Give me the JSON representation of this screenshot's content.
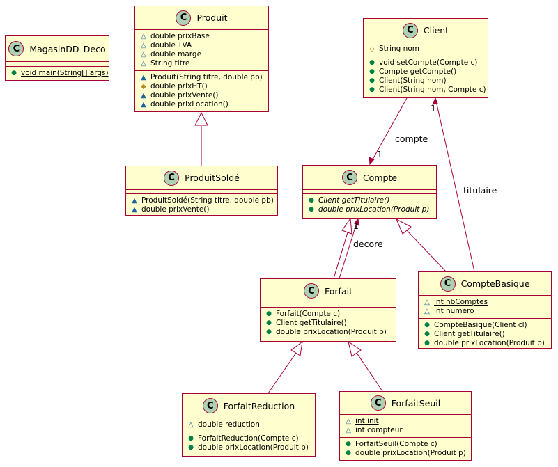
{
  "classes": {
    "magasin": {
      "name": "MagasinDD_Deco",
      "fields": [],
      "methods": [
        {
          "vis": "public",
          "text": "void main(String[] args)",
          "static": true
        }
      ]
    },
    "produit": {
      "name": "Produit",
      "fields": [
        {
          "vis": "package",
          "text": "double prixBase"
        },
        {
          "vis": "package",
          "text": "double TVA"
        },
        {
          "vis": "package",
          "text": "double marge"
        },
        {
          "vis": "package",
          "text": "String titre"
        }
      ],
      "methods": [
        {
          "vis": "package-filled",
          "text": "Produit(String titre, double pb)"
        },
        {
          "vis": "protected",
          "text": "double prixHT()"
        },
        {
          "vis": "package-filled",
          "text": "double prixVente()"
        },
        {
          "vis": "package-filled",
          "text": "double prixLocation()"
        }
      ]
    },
    "client": {
      "name": "Client",
      "fields": [
        {
          "vis": "protected-open",
          "text": "String nom"
        }
      ],
      "methods": [
        {
          "vis": "public",
          "text": "void setCompte(Compte c)"
        },
        {
          "vis": "public",
          "text": "Compte getCompte()"
        },
        {
          "vis": "public",
          "text": "Client(String nom)"
        },
        {
          "vis": "public",
          "text": "Client(String nom, Compte c)"
        }
      ]
    },
    "produitsolde": {
      "name": "ProduitSoldé",
      "fields": [],
      "methods": [
        {
          "vis": "package-filled",
          "text": "ProduitSoldé(String titre, double pb)"
        },
        {
          "vis": "package-filled",
          "text": "double prixVente()"
        }
      ]
    },
    "compte": {
      "name": "Compte",
      "fields": [],
      "methods": [
        {
          "vis": "public",
          "text": "Client getTitulaire()",
          "abstract": true
        },
        {
          "vis": "public",
          "text": "double prixLocation(Produit p)",
          "abstract": true
        }
      ]
    },
    "forfait": {
      "name": "Forfait",
      "fields": [],
      "methods": [
        {
          "vis": "public",
          "text": "Forfait(Compte c)"
        },
        {
          "vis": "public",
          "text": "Client getTitulaire()"
        },
        {
          "vis": "public",
          "text": "double prixLocation(Produit p)"
        }
      ]
    },
    "comptebasique": {
      "name": "CompteBasique",
      "fields": [
        {
          "vis": "package",
          "text": "int nbComptes",
          "static": true
        },
        {
          "vis": "package",
          "text": "int numero"
        }
      ],
      "methods": [
        {
          "vis": "public",
          "text": "CompteBasique(Client cl)"
        },
        {
          "vis": "public",
          "text": "Client getTitulaire()"
        },
        {
          "vis": "public",
          "text": "double prixLocation(Produit p)"
        }
      ]
    },
    "forfaitreduction": {
      "name": "ForfaitReduction",
      "fields": [
        {
          "vis": "package",
          "text": "double reduction"
        }
      ],
      "methods": [
        {
          "vis": "public",
          "text": "ForfaitReduction(Compte c)"
        },
        {
          "vis": "public",
          "text": "double prixLocation(Produit p)"
        }
      ]
    },
    "forfaitseuil": {
      "name": "ForfaitSeuil",
      "fields": [
        {
          "vis": "package",
          "text": "int init",
          "static": true
        },
        {
          "vis": "package",
          "text": "int compteur"
        }
      ],
      "methods": [
        {
          "vis": "public",
          "text": "ForfaitSeuil(Compte c)"
        },
        {
          "vis": "public",
          "text": "double prixLocation(Produit p)"
        }
      ]
    }
  },
  "relations": {
    "compte_label": "compte",
    "compte_mult": "1",
    "titulaire_label": "titulaire",
    "titulaire_mult": "1",
    "decore_label": "decore",
    "decore_mult": "1"
  },
  "colors": {
    "fill": "#FEFECE",
    "border": "#A80036",
    "badge": "#ADD1B2"
  }
}
